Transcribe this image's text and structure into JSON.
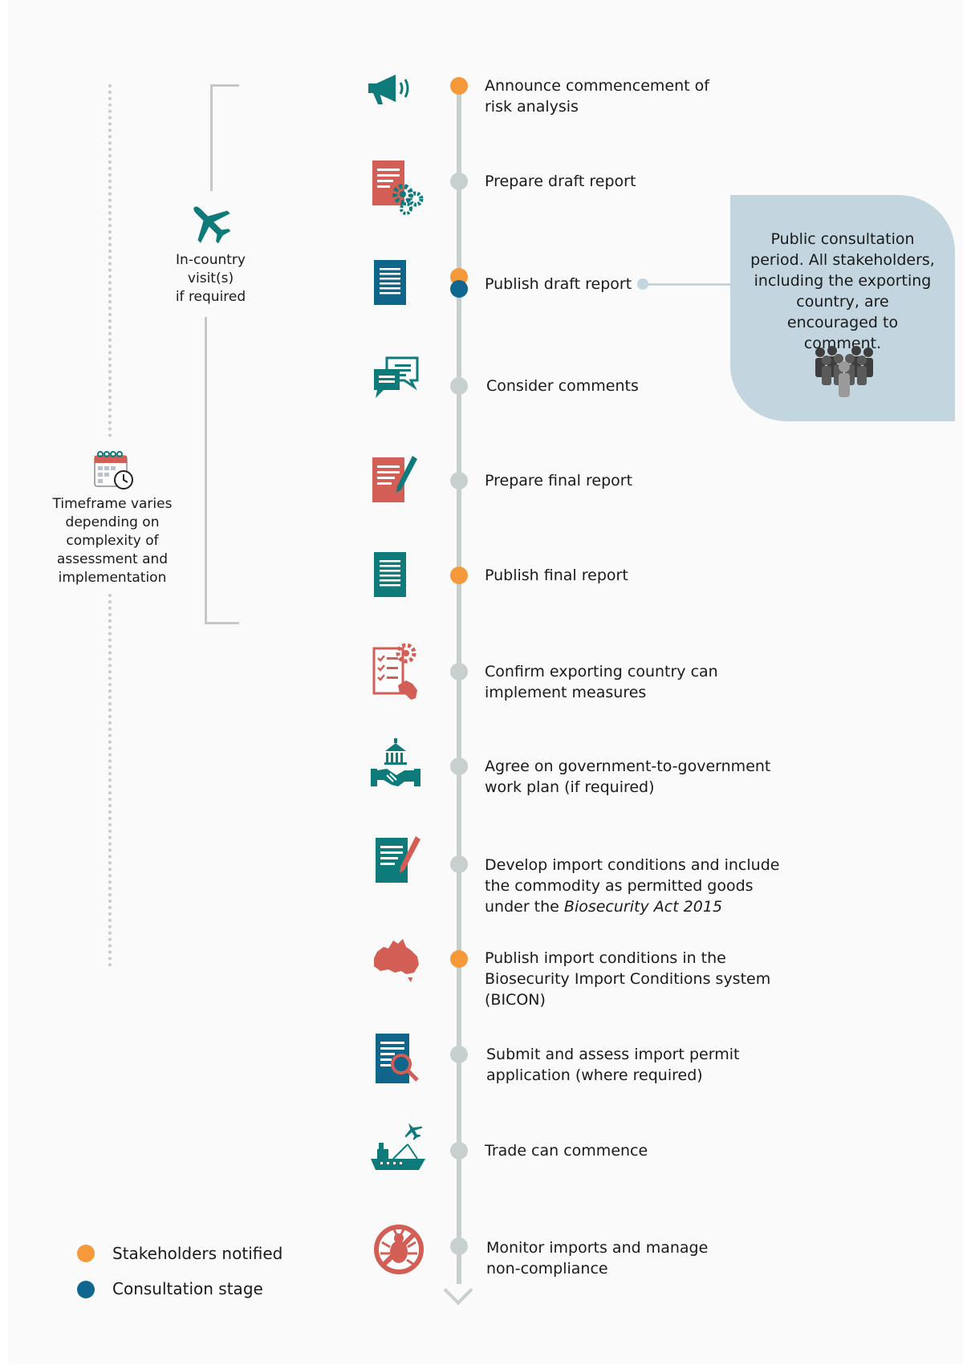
{
  "colors": {
    "stakeholders": "#f6993a",
    "consultation": "#0f6790",
    "neutral_node": "#c7cfcf",
    "teal": "#0f7a7a",
    "red": "#d25e55",
    "panel": "#c3d6e0"
  },
  "steps": [
    {
      "text": "Announce commencement of\nrisk analysis",
      "icon": "megaphone-icon",
      "node": "stakeholders"
    },
    {
      "text": "Prepare draft report",
      "icon": "document-gears-icon",
      "node": "neutral"
    },
    {
      "text": "Publish draft report",
      "icon": "document-icon",
      "node": "stakeholders+consultation"
    },
    {
      "text": "Consider comments",
      "icon": "speech-bubbles-icon",
      "node": "neutral"
    },
    {
      "text": "Prepare final report",
      "icon": "document-pen-icon",
      "node": "neutral"
    },
    {
      "text": "Publish final report",
      "icon": "document-icon",
      "node": "stakeholders"
    },
    {
      "text": "Confirm exporting country can\nimplement measures",
      "icon": "checklist-australia-icon",
      "node": "neutral"
    },
    {
      "text": "Agree on government-to-government\nwork plan (if required)",
      "icon": "government-handshake-icon",
      "node": "neutral"
    },
    {
      "text": "Develop import conditions and include\nthe commodity as permitted goods\nunder the ",
      "text_italic": "Biosecurity Act 2015",
      "icon": "document-pen-icon",
      "node": "neutral"
    },
    {
      "text": "Publish import conditions in the\nBiosecurity Import Conditions system\n(BICON)",
      "icon": "australia-map-icon",
      "node": "stakeholders"
    },
    {
      "text": "Submit and assess import permit\napplication (where required)",
      "icon": "document-search-icon",
      "node": "neutral"
    },
    {
      "text": "Trade can commence",
      "icon": "ship-plane-icon",
      "node": "neutral"
    },
    {
      "text": "Monitor imports and manage\nnon-compliance",
      "icon": "no-pests-icon",
      "node": "neutral"
    }
  ],
  "in_country": {
    "label": "In-country\nvisit(s)\nif required",
    "icon": "airplane-icon"
  },
  "timeframe": {
    "label": "Timeframe varies\ndepending on\ncomplexity of\nassessment and\nimplementation",
    "icon": "calendar-clock-icon"
  },
  "consultation_panel": {
    "text": "Public consultation period. All stakeholders, including the exporting country, are encouraged to comment.",
    "icon": "people-group-icon"
  },
  "legend": [
    {
      "label": "Stakeholders notified",
      "color": "stakeholders"
    },
    {
      "label": "Consultation stage",
      "color": "consultation"
    }
  ]
}
